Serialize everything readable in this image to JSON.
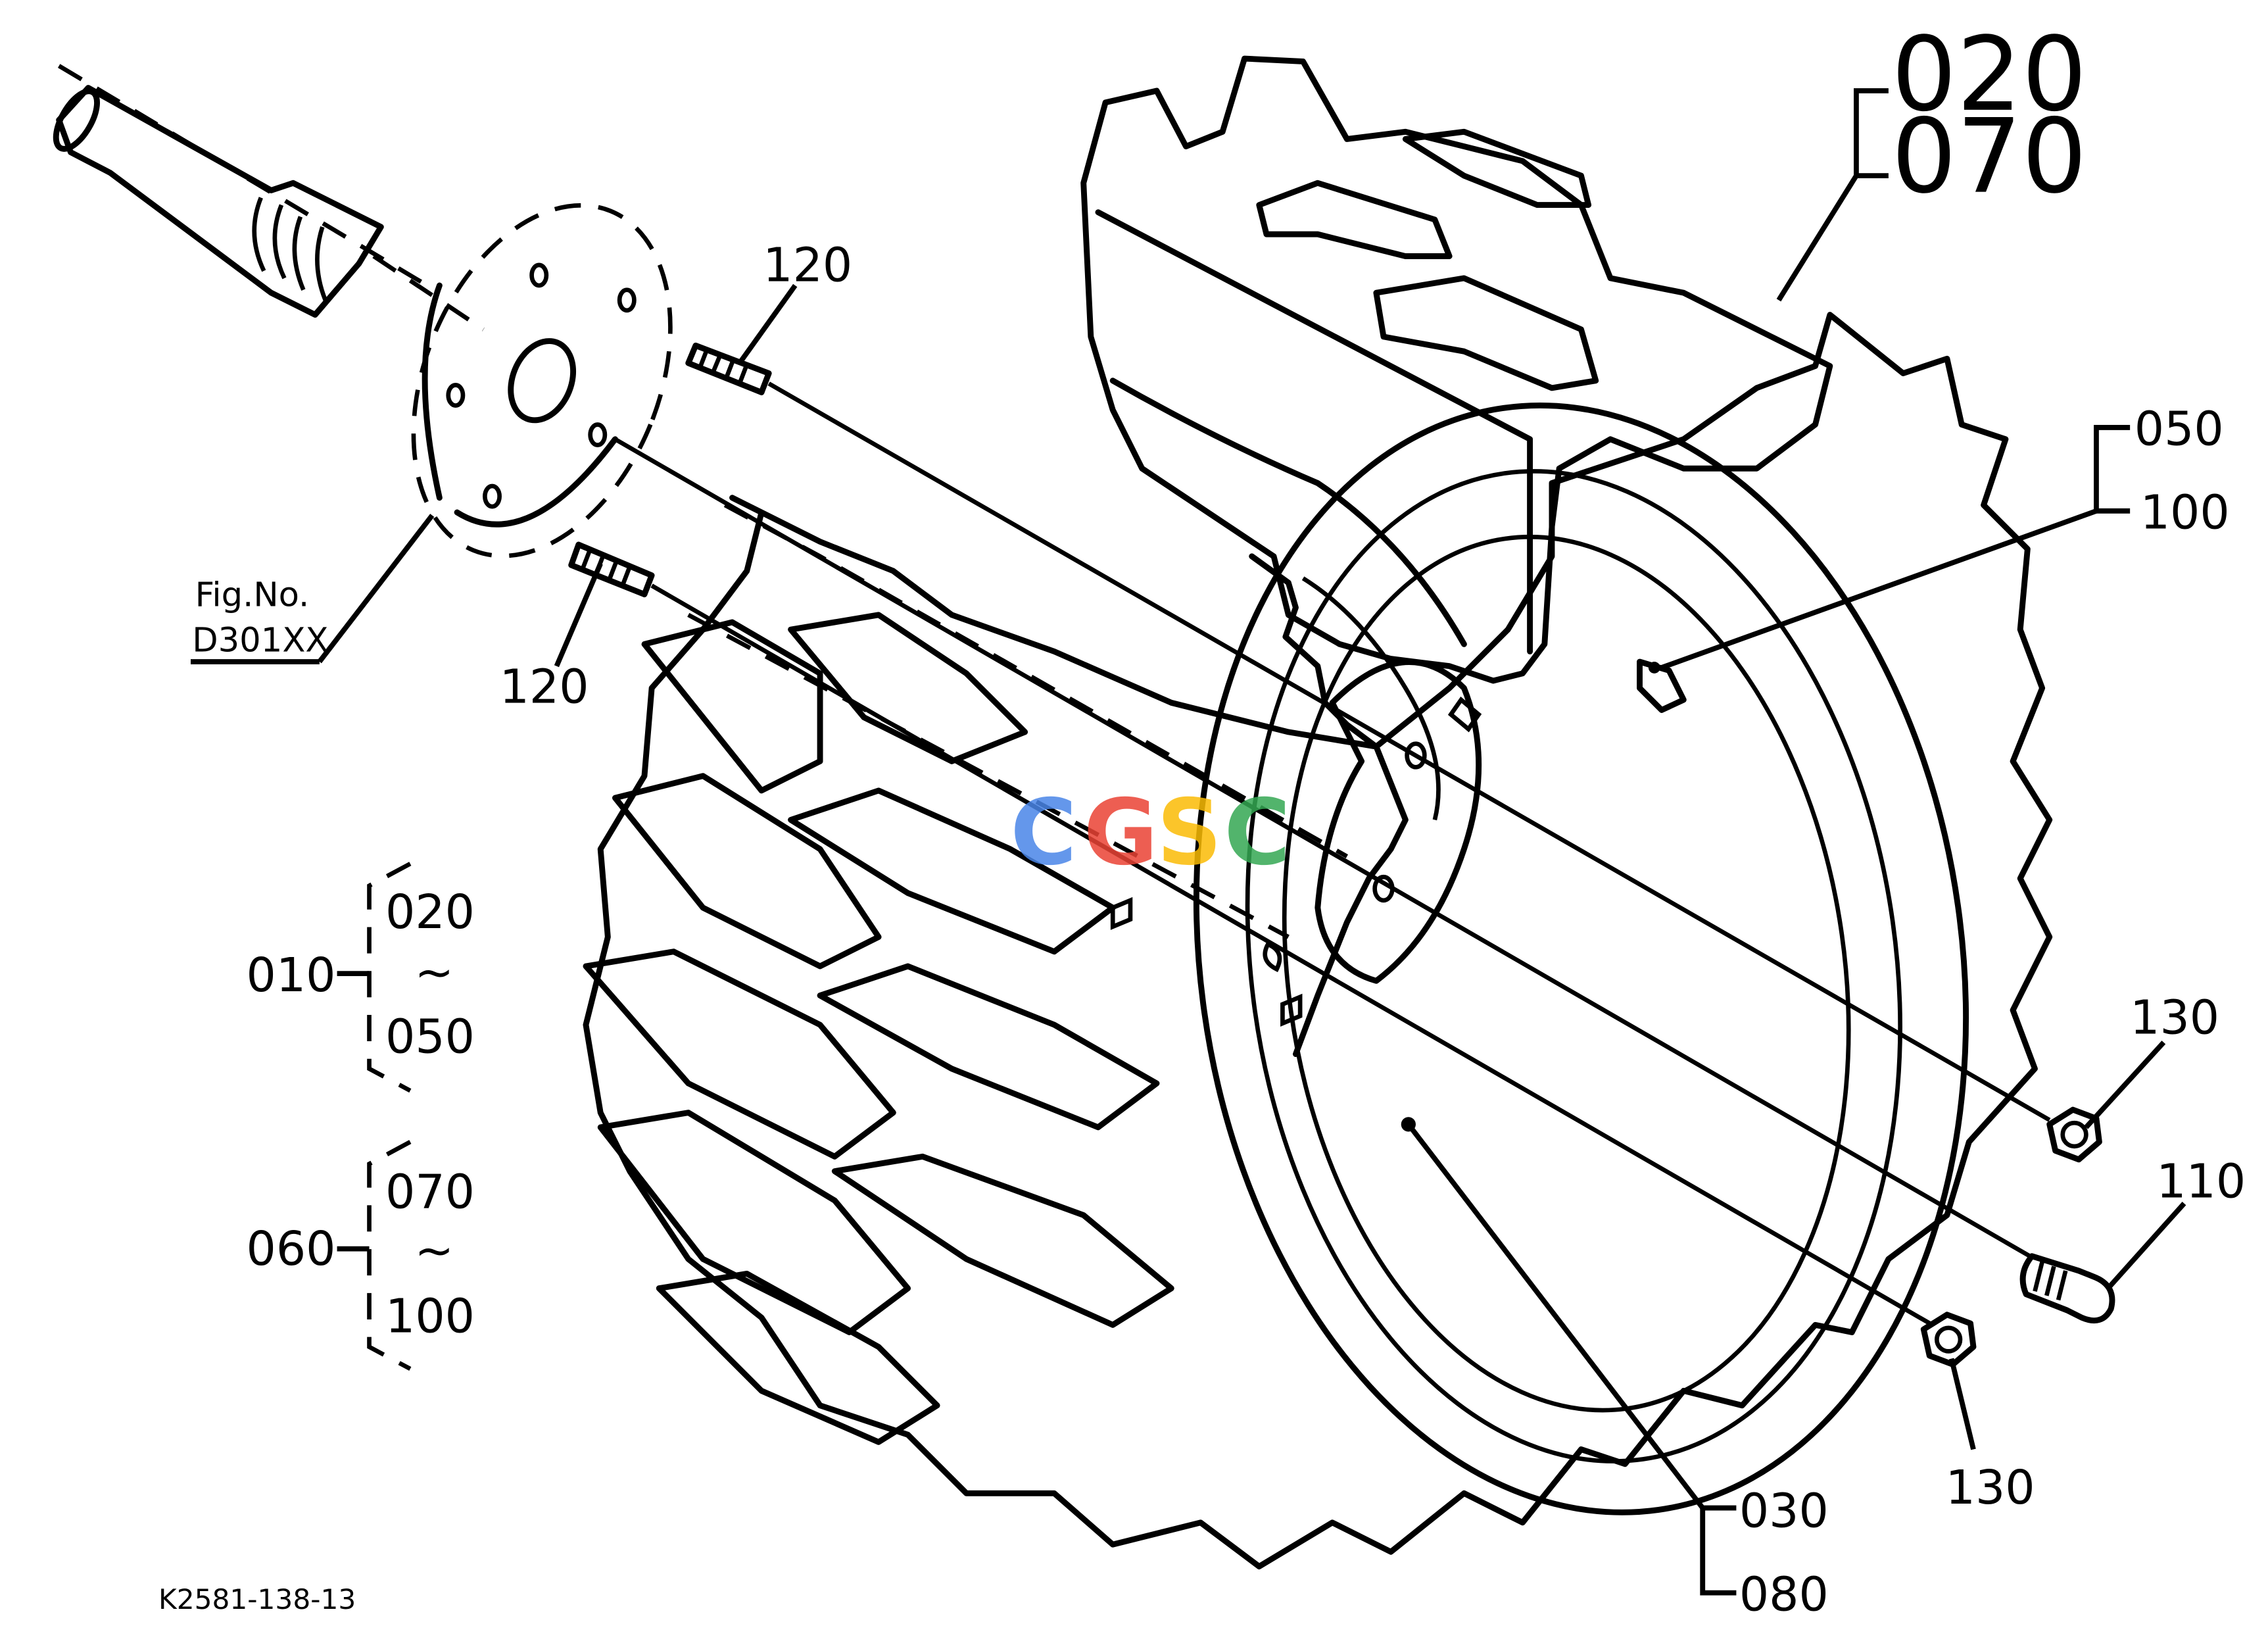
{
  "diagram_id": "K2581-138-13",
  "figure_ref": {
    "line1": "Fig.No.",
    "line2": "D301XX"
  },
  "watermark": "CGSC",
  "colors": {
    "line": "#000000",
    "watermark_blue": "#4a86e8",
    "watermark_red": "#ea4335",
    "watermark_yellow": "#fbbc05",
    "watermark_green": "#34a853"
  },
  "callouts": {
    "c020": "020",
    "c070": "070",
    "c050": "050",
    "c100": "100",
    "c120a": "120",
    "c120b": "120",
    "c130a": "130",
    "c110": "110",
    "c130b": "130",
    "c030": "030",
    "c080": "080"
  },
  "groups": [
    {
      "parent": "010",
      "first": "020",
      "tilde": "~",
      "last": "050"
    },
    {
      "parent": "060",
      "first": "070",
      "tilde": "~",
      "last": "100"
    }
  ]
}
